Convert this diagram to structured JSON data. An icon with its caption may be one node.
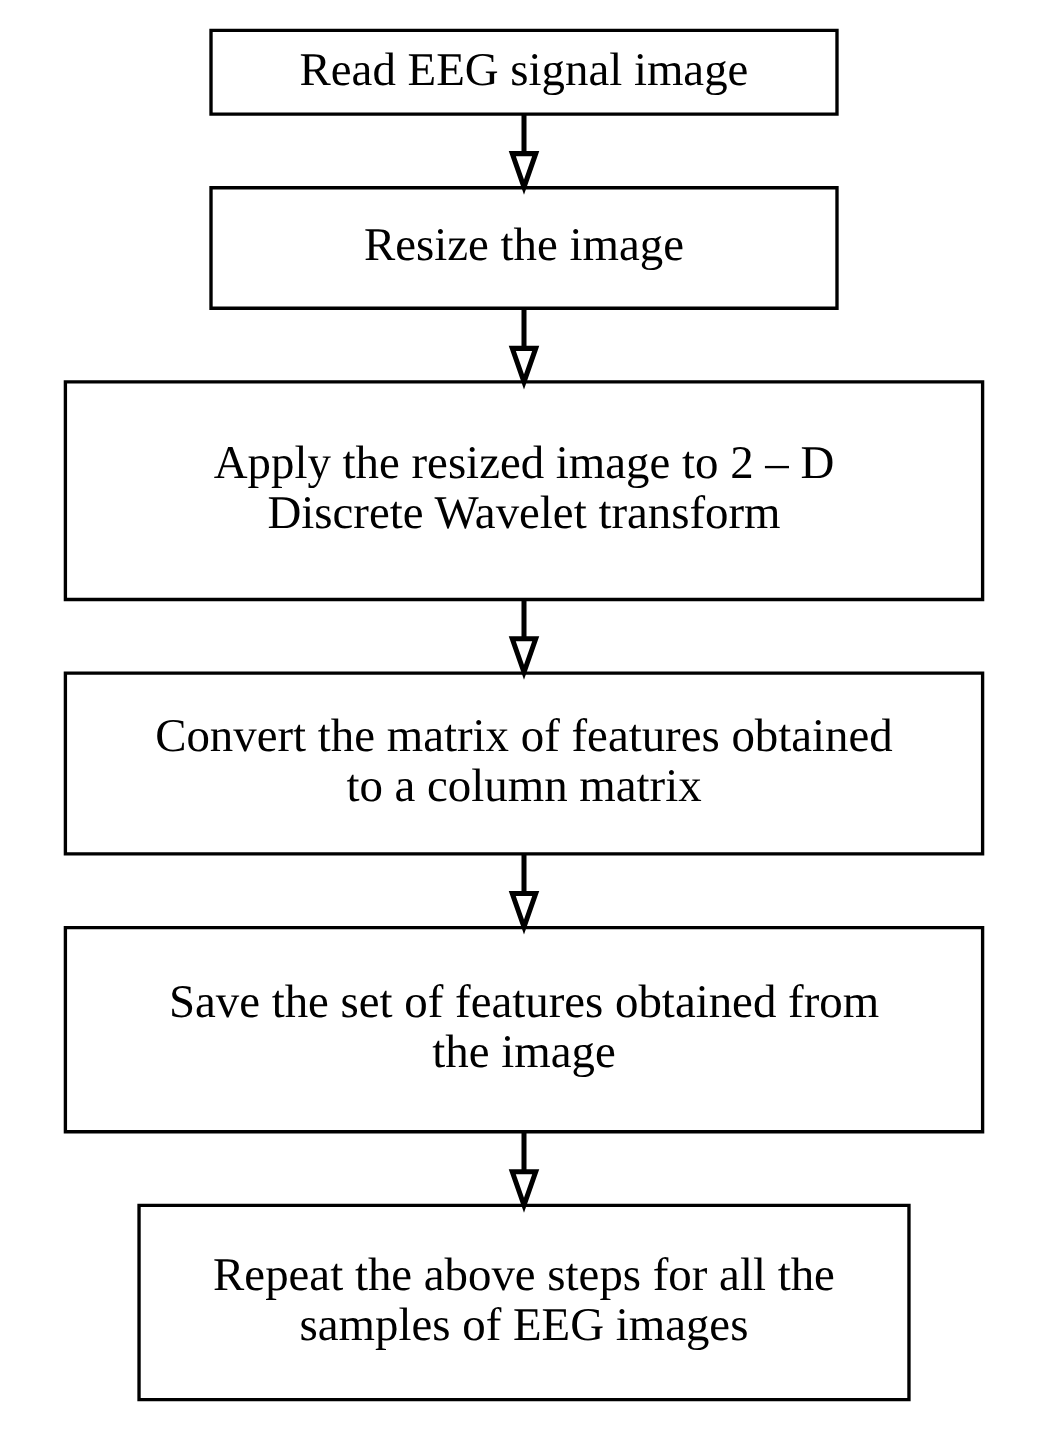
{
  "diagram": {
    "nodes": [
      {
        "text": [
          "Read EEG signal image"
        ]
      },
      {
        "text": [
          "Resize the image"
        ]
      },
      {
        "text": [
          "Apply the resized image to 2 – D Discrete Wavelet transform"
        ]
      },
      {
        "text": [
          "Convert the matrix of features obtained to a column matrix"
        ]
      },
      {
        "text": [
          "Save the set of features obtained from the image"
        ]
      },
      {
        "text": [
          "Repeat the above steps for all the samples of EEG images"
        ]
      }
    ],
    "edges": [
      {
        "from": 0,
        "to": 1,
        "arrow": "to"
      },
      {
        "from": 1,
        "to": 2,
        "arrow": "to"
      },
      {
        "from": 2,
        "to": 3,
        "arrow": "to"
      },
      {
        "from": 3,
        "to": 4,
        "arrow": "to"
      },
      {
        "from": 4,
        "to": 5,
        "arrow": "to"
      }
    ]
  }
}
